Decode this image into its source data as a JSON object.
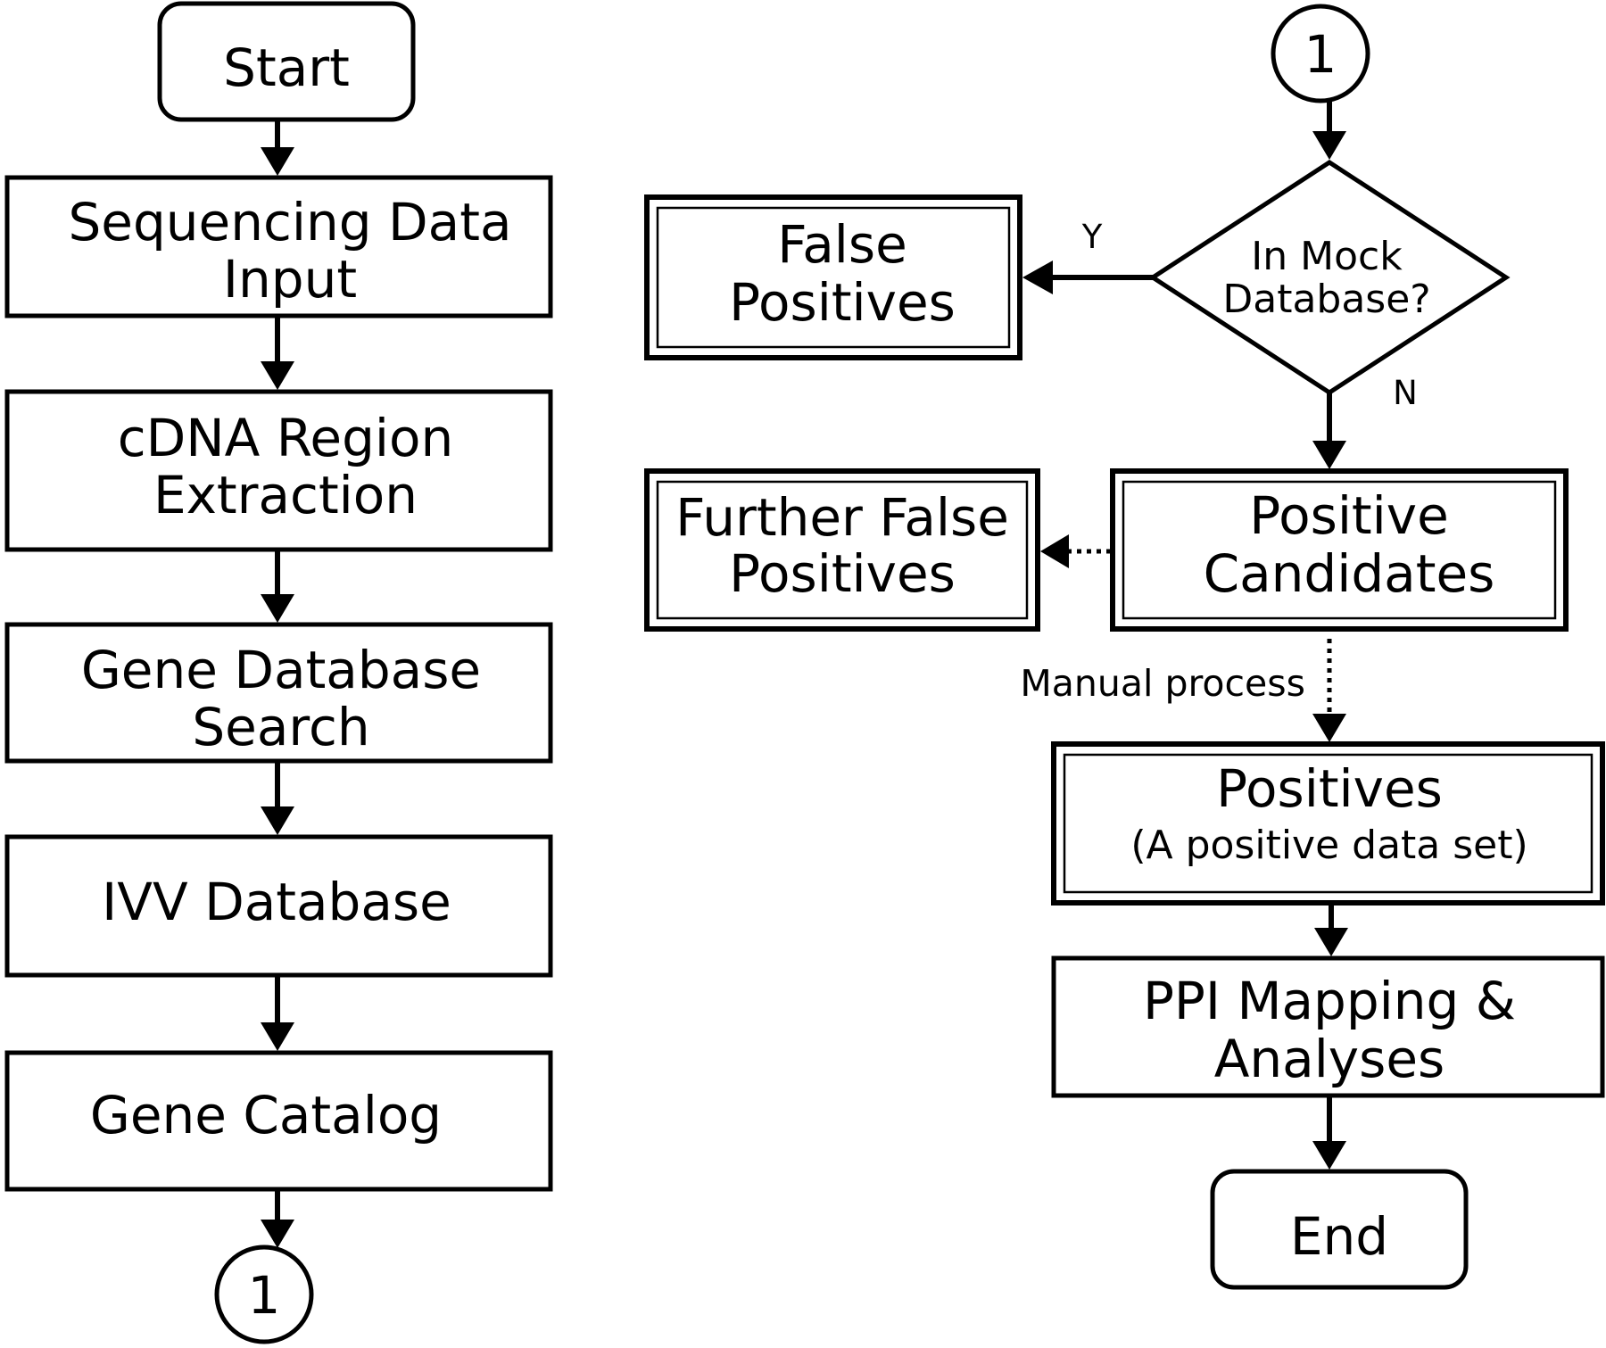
{
  "left": {
    "start": "Start",
    "sequencing": [
      "Sequencing Data",
      "Input"
    ],
    "cdna": [
      "cDNA Region",
      "Extraction"
    ],
    "gene_db_search": [
      "Gene Database",
      "Search"
    ],
    "ivv_db": "IVV Database",
    "gene_catalog": "Gene Catalog",
    "connector": "1"
  },
  "right": {
    "connector": "1",
    "decision": [
      "In Mock",
      "Database?"
    ],
    "yes_label": "Y",
    "no_label": "N",
    "false_positives": [
      "False",
      "Positives"
    ],
    "further_false_positives": [
      "Further False",
      "Positives"
    ],
    "positive_candidates": [
      "Positive",
      "Candidates"
    ],
    "manual_process": "Manual process",
    "positives": [
      "Positives",
      "(A positive data set)"
    ],
    "ppi": [
      "PPI Mapping &",
      "Analyses"
    ],
    "end": "End"
  }
}
